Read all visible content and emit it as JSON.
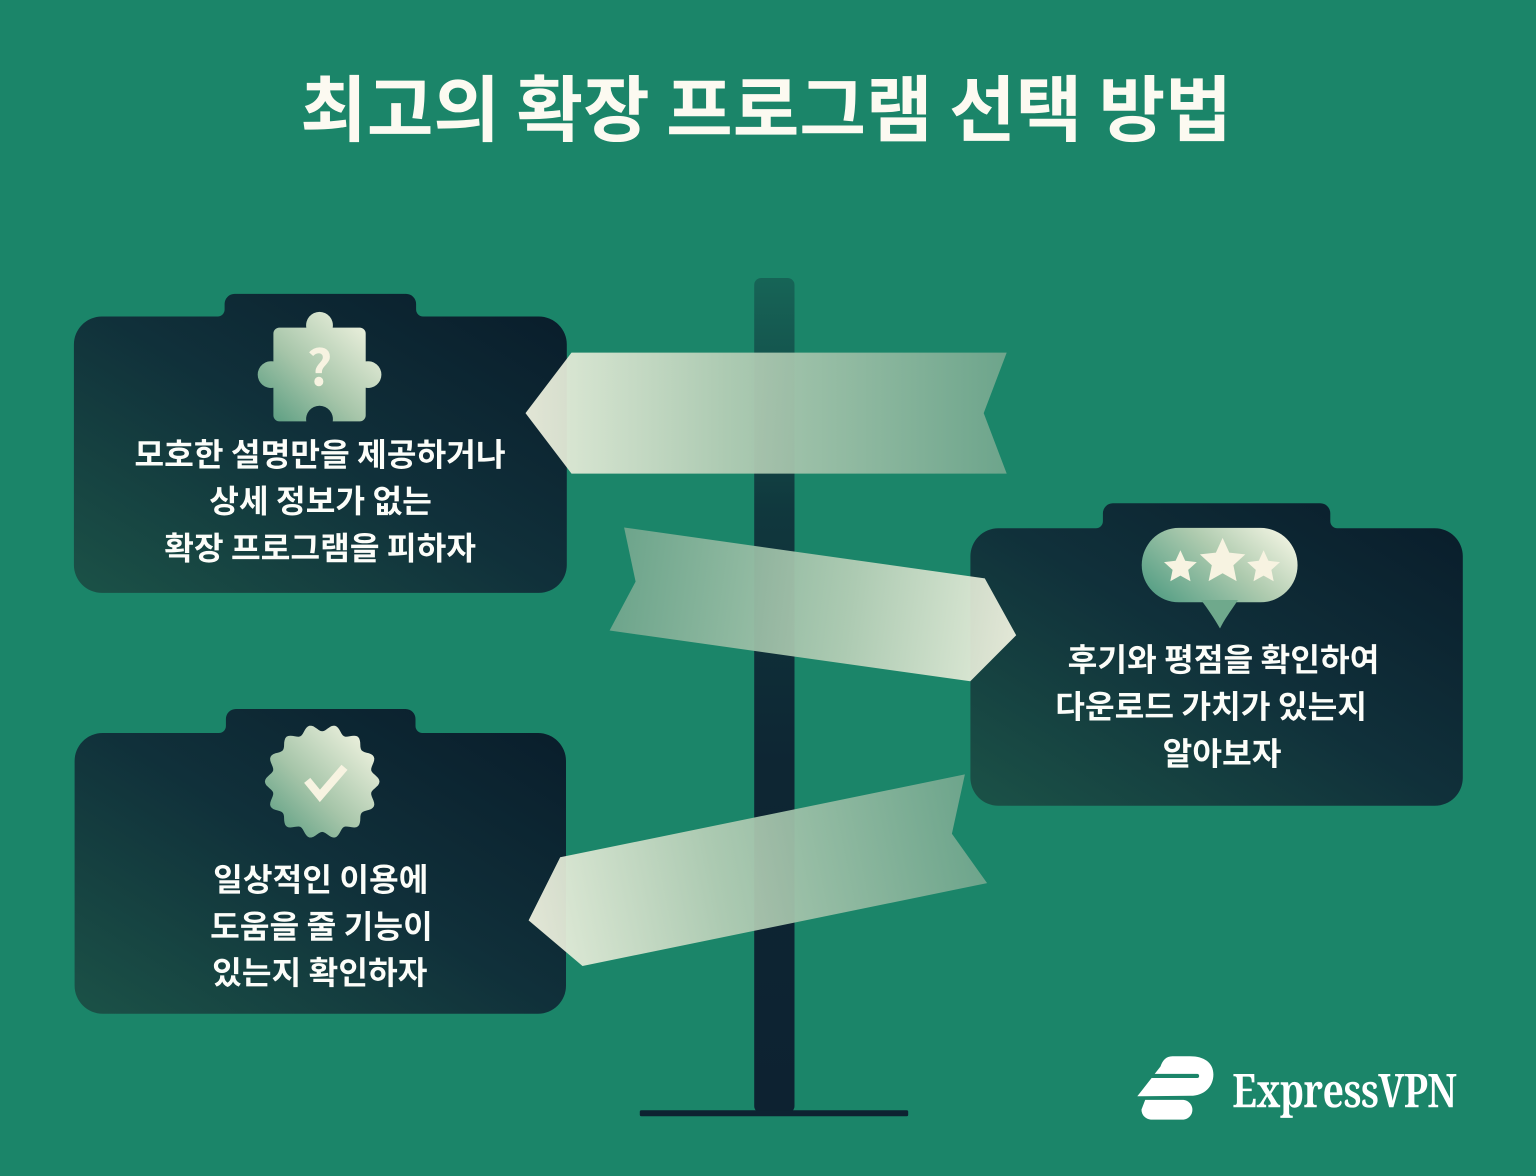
{
  "title": "최고의 확장 프로그램 선택 방법",
  "cards": [
    {
      "icon": "puzzle-question-icon",
      "lines": [
        "모호한 설명만을 제공하거나",
        "상세 정보가 없는",
        "확장 프로그램을 피하자"
      ]
    },
    {
      "icon": "review-stars-bubble-icon",
      "stars": 3,
      "lines": [
        "후기와 평점을 확인하여",
        "다운로드 가치가 있는지",
        "알아보자"
      ]
    },
    {
      "icon": "verified-badge-check-icon",
      "lines": [
        "일상적인 이용에",
        "도움을 줄 기능이",
        "있는지 확인하자"
      ]
    }
  ],
  "footer": {
    "brand": "ExpressVPN"
  },
  "colors": {
    "background": "#1B8569",
    "card_teal": "#1B5247",
    "card_navy": "#091C2A",
    "ribbon_cream": "#F2F4E2",
    "ribbon_sage": "#73A78E",
    "icon_green": "#569B7F",
    "icon_cream": "#F0F3E0",
    "pole_navy": "#0D2231",
    "title_text": "#FCFAF1",
    "card_text": "#FCFDF9",
    "logo_white": "#FFFFFF"
  }
}
